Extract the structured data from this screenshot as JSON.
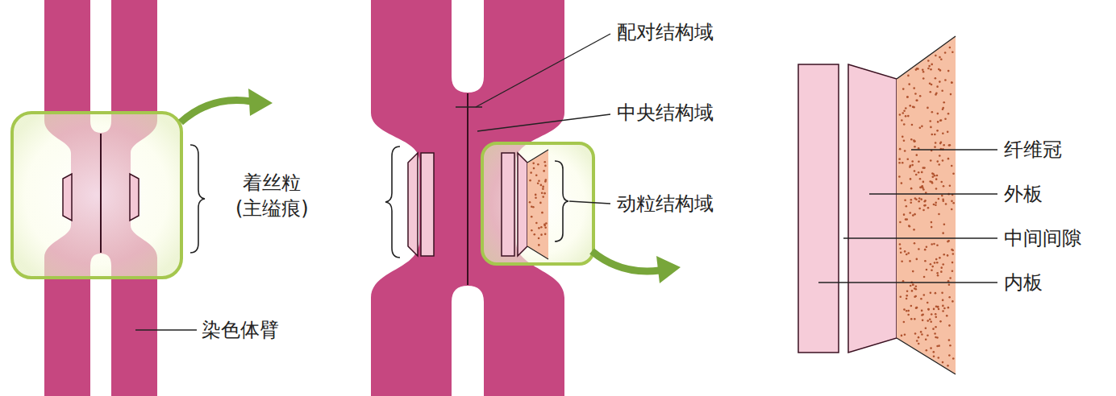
{
  "diagram": {
    "labels": [
      "着丝粒 (主缢痕)",
      "染色体臂",
      "配对结构域",
      "中央结构域",
      "动粒结构域",
      "纤维冠",
      "外板",
      "中间间隙",
      "内板"
    ]
  }
}
